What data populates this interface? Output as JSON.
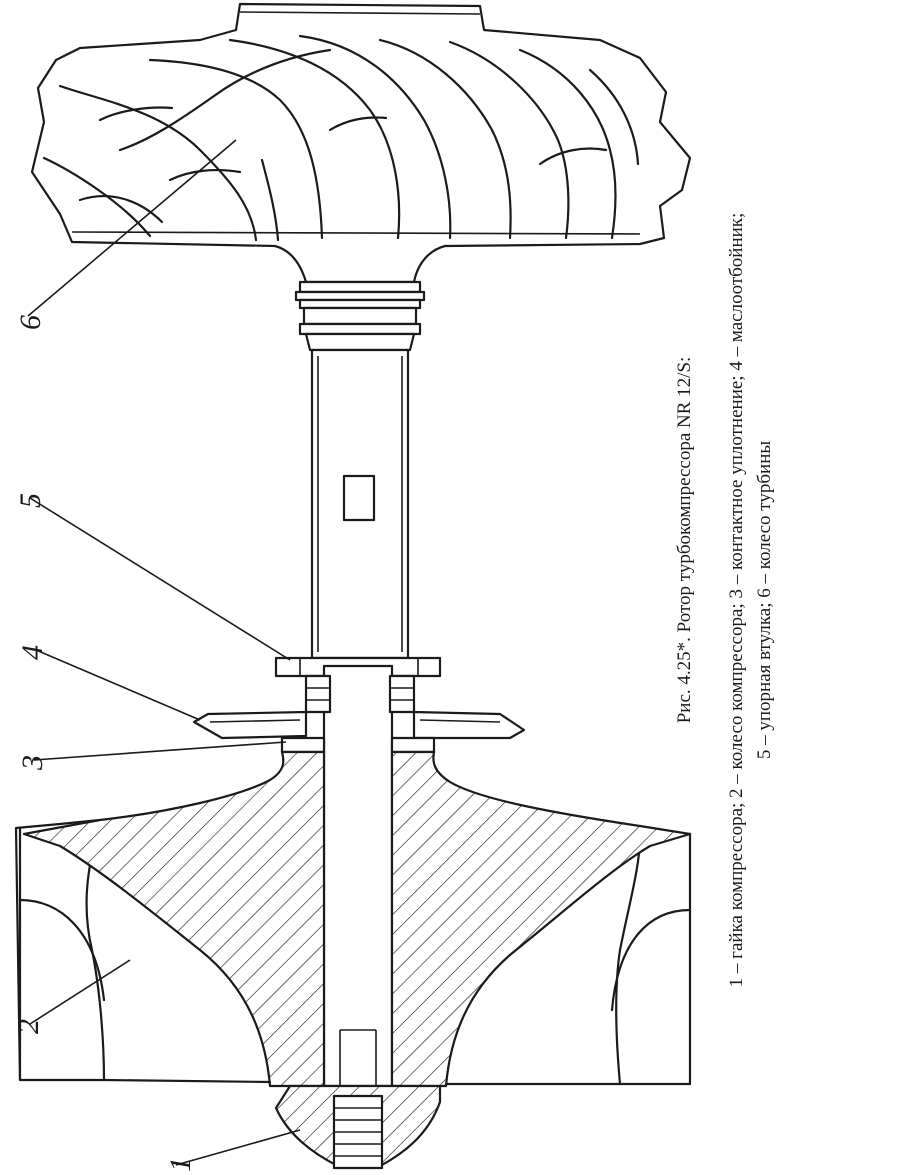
{
  "figure": {
    "caption_title": "Рис. 4.25*. Ротор турбокомпрессора NR 12/S:",
    "caption_line1": "1 – гайка компрессора; 2 – колесо компрессора; 3 – контактное уплотнение; 4 – маслоотбойник;",
    "caption_line2": "5 – упорная втулка; 6 – колесо турбины"
  },
  "callouts": [
    {
      "id": "1",
      "label": "1"
    },
    {
      "id": "2",
      "label": "2"
    },
    {
      "id": "3",
      "label": "3"
    },
    {
      "id": "4",
      "label": "4"
    },
    {
      "id": "5",
      "label": "5"
    },
    {
      "id": "6",
      "label": "6"
    }
  ]
}
